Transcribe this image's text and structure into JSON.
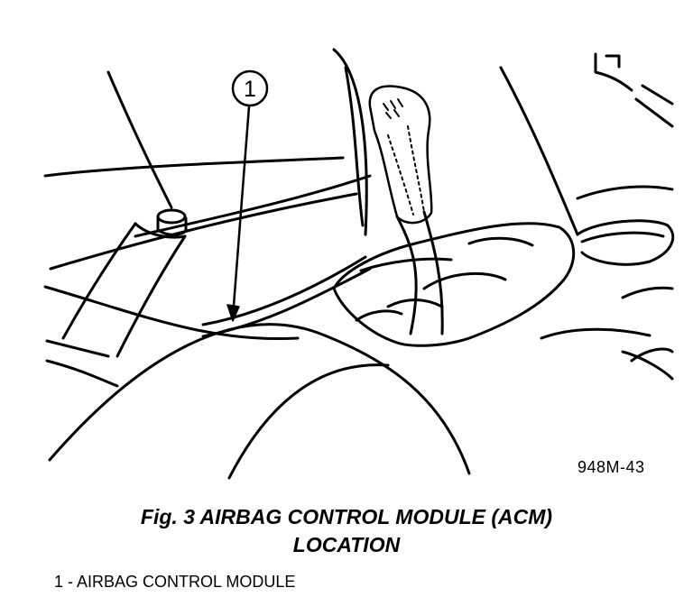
{
  "figure": {
    "callout_number": "1",
    "figure_code": "948M-43",
    "caption_line1": "Fig. 3 AIRBAG CONTROL MODULE (ACM)",
    "caption_line2": "LOCATION",
    "legend_item": "1 - AIRBAG CONTROL MODULE"
  }
}
